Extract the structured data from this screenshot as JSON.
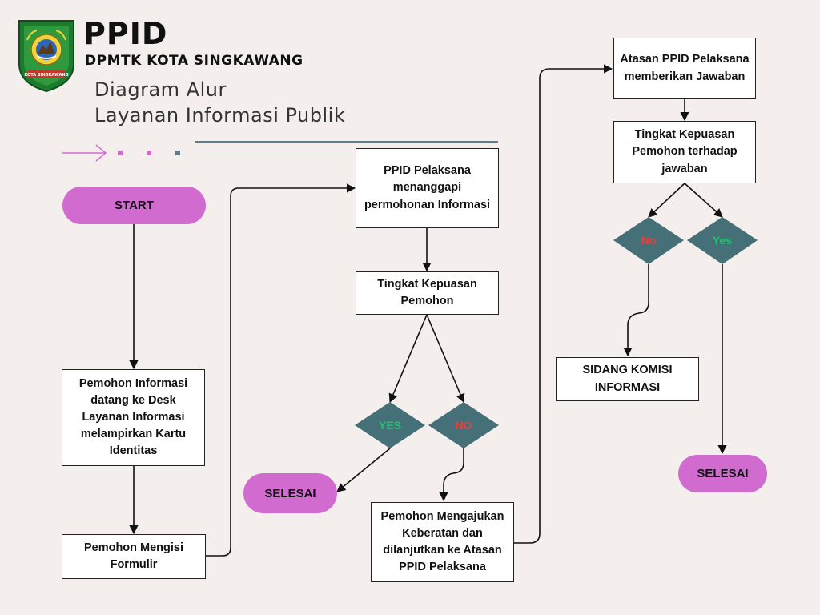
{
  "header": {
    "title": "PPID",
    "subtitle": "DPMTK KOTA SINGKAWANG",
    "heading_line1": "Diagram Alur",
    "heading_line2": "Layanan Informasi Publik",
    "logo_text": "KOTA SINGKAWANG"
  },
  "nodes": {
    "start": "START",
    "pemohon_datang": "Pemohon Informasi datang ke Desk Layanan Informasi melampirkan Kartu Identitas",
    "pemohon_mengisi": "Pemohon Mengisi Formulir",
    "ppid_menanggapi": "PPID Pelaksana menanggapi permohonan Informasi",
    "tingkat_kepuasan_1": "Tingkat Kepuasan Pemohon",
    "yes_1": "YES",
    "no_1": "NO",
    "selesai_1": "SELESAI",
    "pemohon_keberatan": "Pemohon Mengajukan Keberatan dan dilanjutkan ke Atasan PPID Pelaksana",
    "atasan_ppid": "Atasan PPID Pelaksana memberikan Jawaban",
    "tingkat_kepuasan_2": "Tingkat Kepuasan Pemohon terhadap jawaban",
    "no_2": "No",
    "yes_2": "Yes",
    "sidang_komisi": "SIDANG KOMISI INFORMASI",
    "selesai_2": "SELESAI"
  },
  "colors": {
    "background": "#f4efed",
    "pill": "#d16bd0",
    "diamond": "#457078",
    "yes_text": "#1fc56b",
    "no_text": "#e8413b",
    "accent_line": "#5b7f8a",
    "arrow_decor": "#d16bd0"
  }
}
